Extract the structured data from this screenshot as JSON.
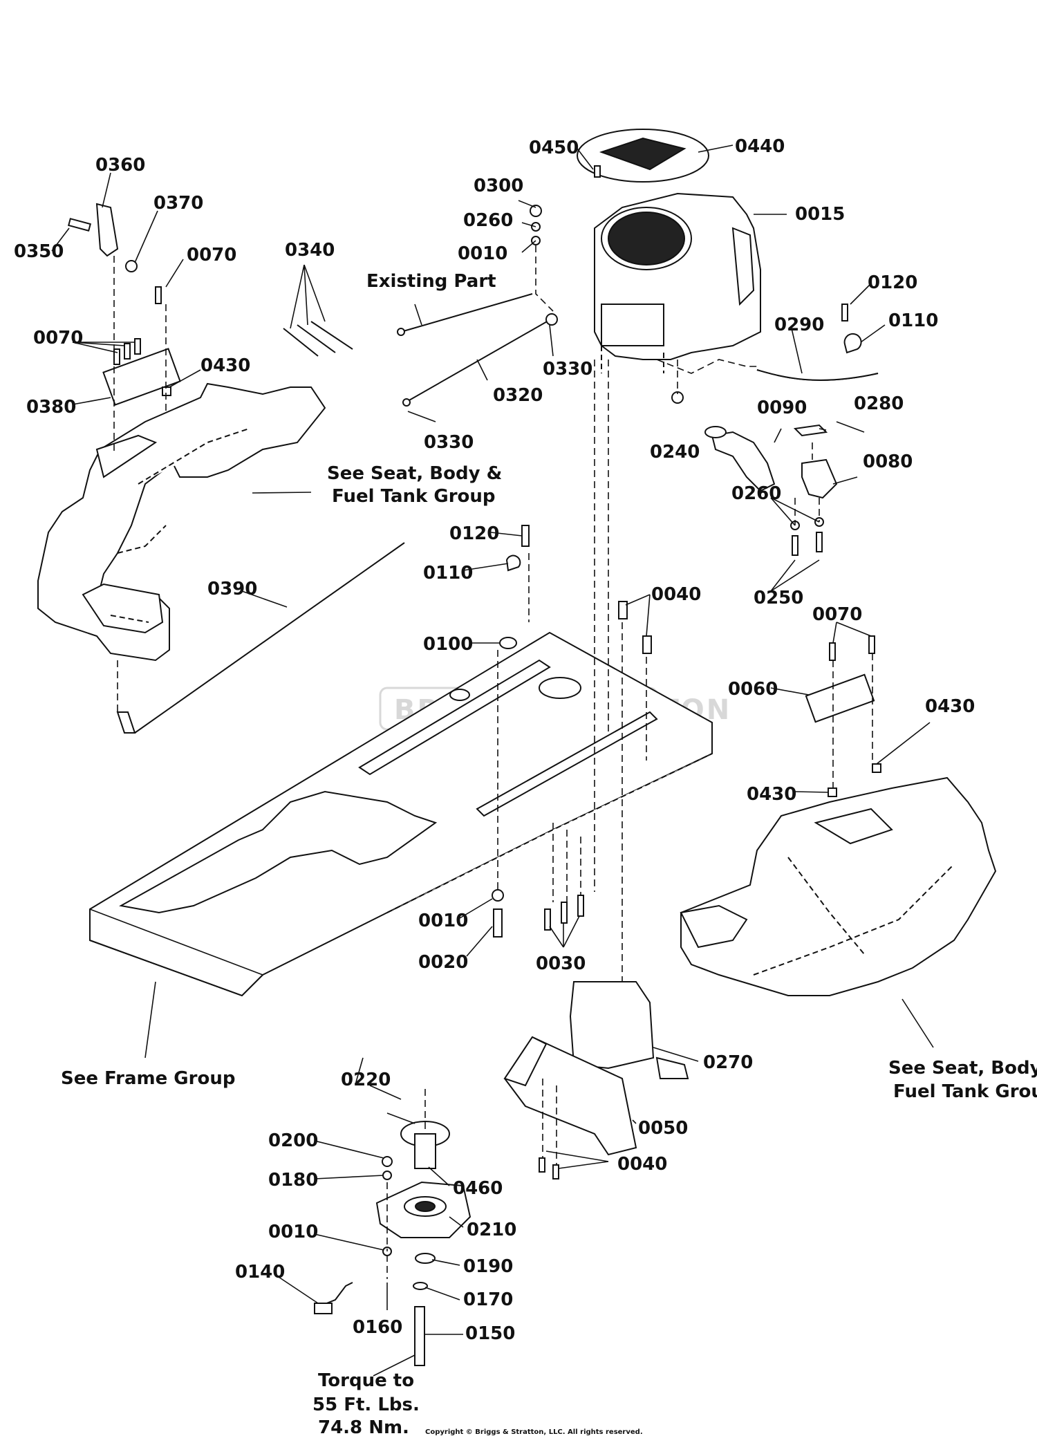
{
  "parts": [
    {
      "id": "p0360",
      "number": "0360"
    },
    {
      "id": "p0370",
      "number": "0370"
    },
    {
      "id": "p0350",
      "number": "0350"
    },
    {
      "id": "p0070a",
      "number": "0070"
    },
    {
      "id": "p0340",
      "number": "0340"
    },
    {
      "id": "p0070b",
      "number": "0070"
    },
    {
      "id": "p0430a",
      "number": "0430"
    },
    {
      "id": "p0380",
      "number": "0380"
    },
    {
      "id": "p0390",
      "number": "0390"
    },
    {
      "id": "p0450",
      "number": "0450"
    },
    {
      "id": "p0440",
      "number": "0440"
    },
    {
      "id": "p0300",
      "number": "0300"
    },
    {
      "id": "p0015",
      "number": "0015"
    },
    {
      "id": "p0260a",
      "number": "0260"
    },
    {
      "id": "p0010a",
      "number": "0010"
    },
    {
      "id": "p0120a",
      "number": "0120"
    },
    {
      "id": "p0110a",
      "number": "0110"
    },
    {
      "id": "p0290",
      "number": "0290"
    },
    {
      "id": "p0330a",
      "number": "0330"
    },
    {
      "id": "p0320",
      "number": "0320"
    },
    {
      "id": "p0330b",
      "number": "0330"
    },
    {
      "id": "p0240",
      "number": "0240"
    },
    {
      "id": "p0090",
      "number": "0090"
    },
    {
      "id": "p0280",
      "number": "0280"
    },
    {
      "id": "p0080",
      "number": "0080"
    },
    {
      "id": "p0260b",
      "number": "0260"
    },
    {
      "id": "p0250",
      "number": "0250"
    },
    {
      "id": "p0120b",
      "number": "0120"
    },
    {
      "id": "p0110b",
      "number": "0110"
    },
    {
      "id": "p0040a",
      "number": "0040"
    },
    {
      "id": "p0100",
      "number": "0100"
    },
    {
      "id": "p0070c",
      "number": "0070"
    },
    {
      "id": "p0060",
      "number": "0060"
    },
    {
      "id": "p0430b",
      "number": "0430"
    },
    {
      "id": "p0430c",
      "number": "0430"
    },
    {
      "id": "p0010b",
      "number": "0010"
    },
    {
      "id": "p0020",
      "number": "0020"
    },
    {
      "id": "p0030",
      "number": "0030"
    },
    {
      "id": "p0270",
      "number": "0270"
    },
    {
      "id": "p0050",
      "number": "0050"
    },
    {
      "id": "p0040b",
      "number": "0040"
    },
    {
      "id": "p0220",
      "number": "0220"
    },
    {
      "id": "p0200",
      "number": "0200"
    },
    {
      "id": "p0180",
      "number": "0180"
    },
    {
      "id": "p0460",
      "number": "0460"
    },
    {
      "id": "p0210",
      "number": "0210"
    },
    {
      "id": "p0010c",
      "number": "0010"
    },
    {
      "id": "p0190",
      "number": "0190"
    },
    {
      "id": "p0140",
      "number": "0140"
    },
    {
      "id": "p0170",
      "number": "0170"
    },
    {
      "id": "p0160",
      "number": "0160"
    },
    {
      "id": "p0150",
      "number": "0150"
    }
  ],
  "notes": {
    "existing_part": "Existing Part",
    "see_seat_top": [
      "See Seat, Body &",
      "Fuel Tank Group"
    ],
    "see_seat_bottom": [
      "See Seat, Body &",
      "Fuel Tank Group"
    ],
    "see_frame": "See Frame Group",
    "torque": [
      "Torque to",
      "55 Ft. Lbs.",
      "74.8 Nm."
    ]
  },
  "watermark": "BRIGGS&STRATTON",
  "copyright": "Copyright © Briggs & Stratton, LLC. All rights reserved."
}
